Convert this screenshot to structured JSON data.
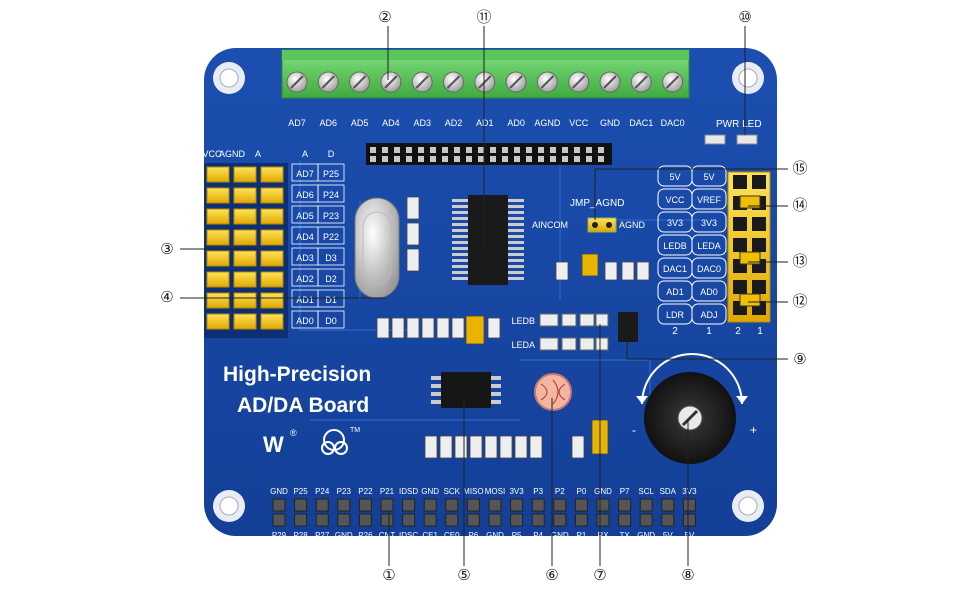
{
  "board": {
    "title_line1": "High-Precision",
    "title_line2": "AD/DA Board",
    "logo_text": "W",
    "logo_r": "®",
    "logo_tm": "TM"
  },
  "terminal_labels": [
    "AD7",
    "AD6",
    "AD5",
    "AD4",
    "AD3",
    "AD2",
    "AD1",
    "AD0",
    "AGND",
    "VCC",
    "GND",
    "DAC1",
    "DAC0"
  ],
  "pwr_led_label": "PWR LED",
  "left_header": {
    "col_labels": [
      "VCC",
      "AGND",
      "A",
      "A",
      "D"
    ],
    "a_labels": [
      "AD7",
      "AD6",
      "AD5",
      "AD4",
      "AD3",
      "AD2",
      "AD1",
      "AD0"
    ],
    "d_labels": [
      "P25",
      "P24",
      "P23",
      "P22",
      "D3",
      "D2",
      "D1",
      "D0"
    ]
  },
  "jumper_table": {
    "rows": [
      [
        "5V",
        "5V"
      ],
      [
        "VCC",
        "VREF"
      ],
      [
        "3V3",
        "3V3"
      ],
      [
        "LEDB",
        "LEDA"
      ],
      [
        "DAC1",
        "DAC0"
      ],
      [
        "AD1",
        "AD0"
      ],
      [
        "LDR",
        "ADJ"
      ]
    ],
    "footer": [
      "2",
      "1"
    ],
    "right_footer": [
      "2",
      "1"
    ]
  },
  "jmp": {
    "title": "JMP_AGND",
    "left": "AINCOM",
    "right": "AGND"
  },
  "leds": [
    "LEDB",
    "LEDA"
  ],
  "gpio_top": [
    "GND",
    "P25",
    "P24",
    "P23",
    "P22",
    "P21",
    "IDSD",
    "GND",
    "SCK",
    "MISO",
    "MOSI",
    "3V3",
    "P3",
    "P2",
    "P0",
    "GND",
    "P7",
    "SCL",
    "SDA",
    "3V3"
  ],
  "gpio_bottom": [
    "P29",
    "P28",
    "P27",
    "GND",
    "P26",
    "CNT",
    "IDSC",
    "CE1",
    "CE0",
    "P6",
    "GND",
    "P5",
    "P4",
    "GND",
    "P1",
    "RX",
    "TX",
    "GND",
    "5V",
    "5V"
  ],
  "pot_marks": {
    "minus": "-",
    "plus": "+"
  },
  "callouts": [
    "①",
    "②",
    "③",
    "④",
    "⑤",
    "⑥",
    "⑦",
    "⑧",
    "⑨",
    "⑩",
    "⑪",
    "⑫",
    "⑬",
    "⑭",
    "⑮"
  ]
}
